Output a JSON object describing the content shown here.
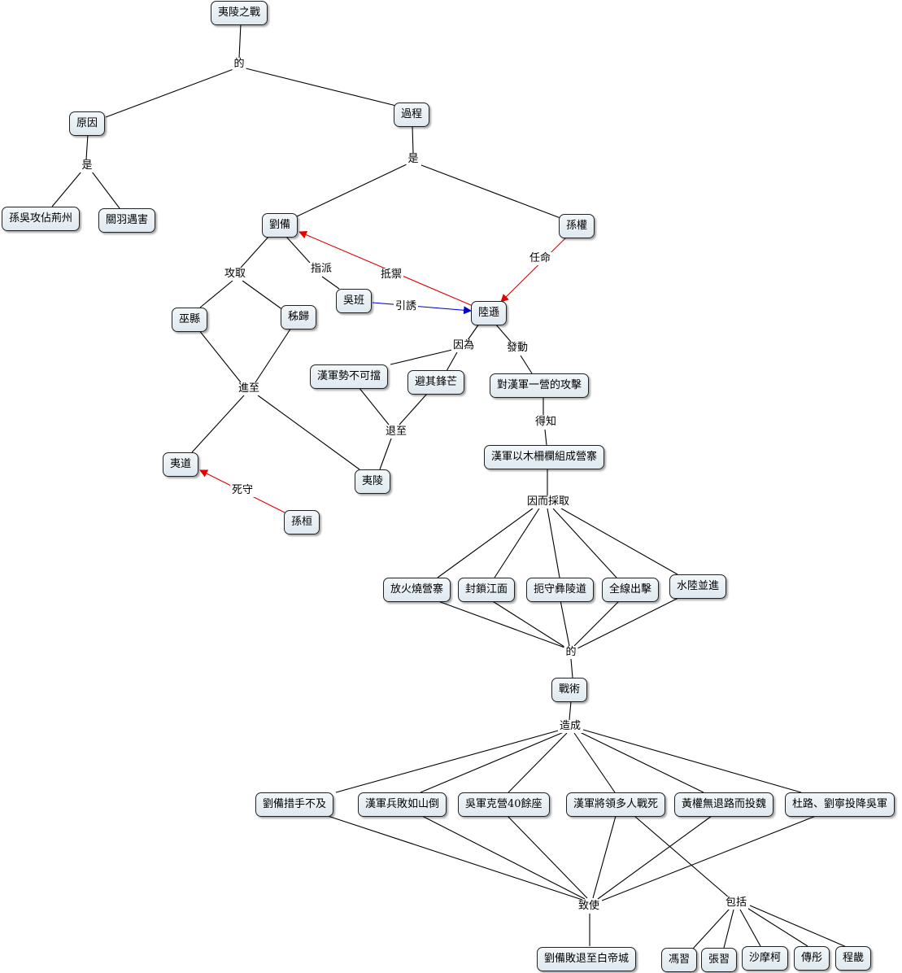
{
  "nodes": {
    "battle": "夷陵之戰",
    "cause": "原因",
    "process": "過程",
    "sun_attack_jingzhou": "孫吳攻佔荊州",
    "guanyu_killed": "關羽遇害",
    "liubei": "劉備",
    "sunquan": "孫權",
    "wuxian": "巫縣",
    "zigui": "秭歸",
    "wuban": "吳班",
    "luxun": "陸遜",
    "han_unstoppable": "漢軍勢不可擋",
    "avoid_edge": "避其鋒芒",
    "attack_one_camp": "對漢軍一營的攻擊",
    "yidao": "夷道",
    "yiling": "夷陵",
    "sunhuan": "孫桓",
    "wood_camps": "漢軍以木柵欄組成營寨",
    "fire_camps": "放火燒營寨",
    "block_river": "封鎖江面",
    "hold_road": "扼守彝陵道",
    "full_attack": "全線出擊",
    "land_water": "水陸並進",
    "tactics": "戰術",
    "liubei_caught": "劉備措手不及",
    "han_collapse": "漢軍兵敗如山倒",
    "wu_40_camps": "吳軍克營40餘座",
    "generals_died": "漢軍將領多人戰死",
    "huangquan_wei": "黃權無退路而投魏",
    "dulu_surrender": "杜路、劉寧投降吳軍",
    "retreat_baidi": "劉備敗退至白帝城",
    "fengxi": "馮習",
    "zhangnan": "張習",
    "shamoke": "沙摩柯",
    "fuxing": "傳彤",
    "chengji": "程畿"
  },
  "links": {
    "of1": "的",
    "is1": "是",
    "is2": "是",
    "attack_take": "攻取",
    "dispatch": "指派",
    "resist": "抵禦",
    "appoint": "任命",
    "lure": "引誘",
    "because": "因為",
    "launch": "發動",
    "advance_to": "進至",
    "retreat_to": "退至",
    "hold_death": "死守",
    "learned": "得知",
    "therefore_adopt": "因而採取",
    "of2": "的",
    "cause_result": "造成",
    "lead_to": "致使",
    "include": "包括"
  },
  "colors": {
    "red_arrow": "#e00000",
    "blue_arrow": "#0000cc",
    "line": "#000000"
  }
}
